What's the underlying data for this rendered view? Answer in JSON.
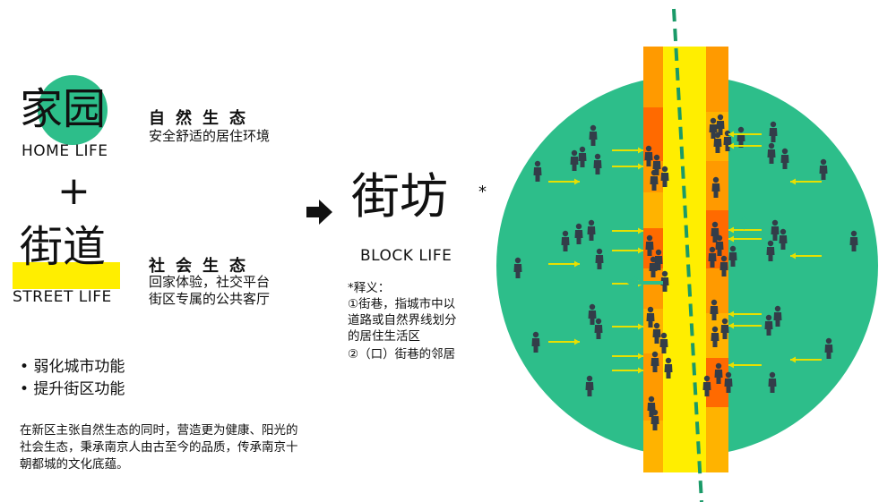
{
  "home": {
    "title_cn": "家园",
    "title_en": "HOME LIFE",
    "eco_title": "自然生态",
    "eco_sub": "安全舒适的居住环境"
  },
  "plus": "+",
  "street": {
    "title_cn": "街道",
    "title_en": "STREET LIFE",
    "eco_title": "社会生态",
    "eco_sub_1": "回家体验，社交平台",
    "eco_sub_2": "街区专属的公共客厅"
  },
  "block": {
    "title_cn": "街坊",
    "asterisk": "*",
    "title_en": "BLOCK LIFE"
  },
  "note": {
    "label": "*释义：",
    "line1": "①街巷，指城市中以",
    "line2": "道路或自然界线划分",
    "line3": "的居住生活区",
    "line4": "②（口）街巷的邻居"
  },
  "bullets": [
    "• 弱化城市功能",
    "• 提升街区功能"
  ],
  "paragraph": {
    "line1": "在新区主张自然生态的同时，营造更为健康、阳光的",
    "line2": "社会生态，秉承南京人由古至今的品质，传承南京十",
    "line3": "朝都城的文化底蕴。"
  },
  "icons": {
    "arrow": "right-arrow-icon",
    "person": "person-icon"
  },
  "colors": {
    "green": "#2dbe8a",
    "yellow": "#ffee00",
    "orange": "#ff9a00",
    "dark_orange": "#ff6a00",
    "arrow_yellow": "#e8e000",
    "dash_green": "#1a9a68"
  }
}
